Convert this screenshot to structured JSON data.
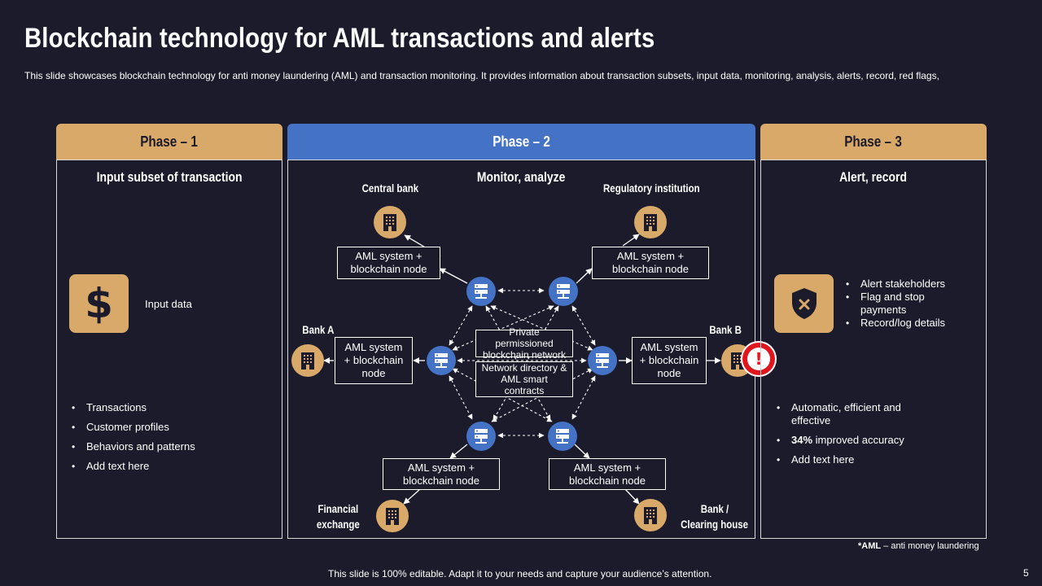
{
  "title": "Blockchain technology for AML transactions and alerts",
  "subtitle": "This slide showcases blockchain technology for anti money laundering (AML) and transaction monitoring. It provides information about transaction subsets, input data, monitoring, analysis, alerts, record, red flags,",
  "phase1": {
    "header": "Phase – 1",
    "title": "Input subset of transaction",
    "icon_label": "Input data",
    "bullets": [
      "Transactions",
      "Customer profiles",
      "Behaviors  and patterns",
      "Add text here"
    ]
  },
  "phase2": {
    "header": "Phase – 2",
    "title": "Monitor, analyze",
    "labels": {
      "central_bank": "Central bank",
      "regulatory": "Regulatory  institution",
      "bank_a": "Bank A",
      "bank_b": "Bank B",
      "financial_exchange_1": "Financial",
      "financial_exchange_2": "exchange",
      "clearing_1": "Bank /",
      "clearing_2": "Clearing house"
    },
    "node_box": "AML system + blockchain node",
    "center_top": "Private permissioned blockchain network",
    "center_bottom": "Network directory & AML smart contracts"
  },
  "phase3": {
    "header": "Phase – 3",
    "title": "Alert, record",
    "top_bullets": [
      "Alert stakeholders",
      "Flag and stop payments",
      "Record/log details"
    ],
    "bottom_bullets": [
      {
        "bold": "",
        "text": "Automatic, efficient  and effective"
      },
      {
        "bold": "34%",
        "text": " improved accuracy"
      },
      {
        "bold": "",
        "text": "Add text here"
      }
    ]
  },
  "footnote_bold": "*AML",
  "footnote_text": " – anti money laundering",
  "footer": "This slide is 100% editable. Adapt it to your needs and capture your audience’s attention.",
  "page_number": "5",
  "colors": {
    "background": "#1c1b2b",
    "gold": "#d9a96a",
    "blue": "#4472c4",
    "alert_red": "#e0161d"
  }
}
